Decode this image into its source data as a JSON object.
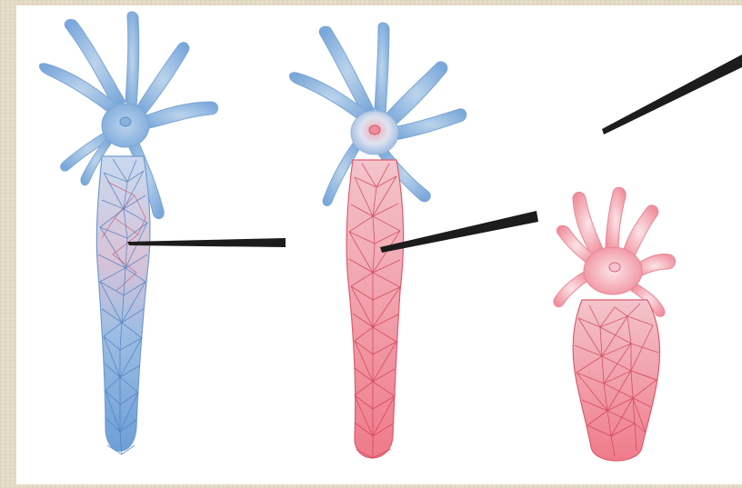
{
  "figure": {
    "panels": [
      {
        "id": "intact",
        "color": "#5b8fc9"
      },
      {
        "id": "grafted",
        "color": "#e0576a"
      },
      {
        "id": "regenerated",
        "color": "#e0576a"
      }
    ],
    "instrument_color": "#1c1c1c",
    "head_light_color": "#a9c9e6",
    "pink_light_color": "#f4b7bf"
  }
}
